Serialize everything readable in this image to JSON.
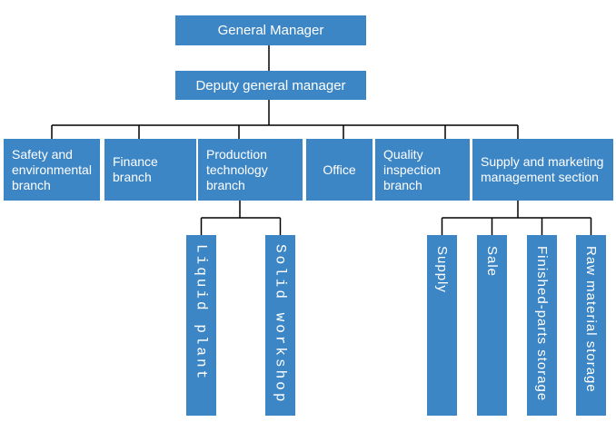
{
  "diagram": {
    "type": "org-chart"
  },
  "colors": {
    "node_fill": "#3D86C6",
    "node_text": "#FFFFFF",
    "connector": "#000000",
    "background": "#FFFFFF"
  },
  "nodes": {
    "general_manager": {
      "label": "General Manager"
    },
    "deputy_general_manager": {
      "label": "Deputy general manager"
    },
    "safety_environmental_branch": {
      "label": "Safety and environmental branch"
    },
    "finance_branch": {
      "label": "Finance branch"
    },
    "production_technology_branch": {
      "label": "Production technology branch"
    },
    "office": {
      "label": "Office"
    },
    "quality_inspection_branch": {
      "label": "Quality inspection branch"
    },
    "supply_marketing_section": {
      "label": "Supply and marketing management section"
    },
    "liquid_plant": {
      "label": "Liquid plant"
    },
    "solid_workshop": {
      "label": "Solid workshop"
    },
    "supply": {
      "label": "Supply"
    },
    "sale": {
      "label": "Sale"
    },
    "finished_parts_storage": {
      "label": "Finished-parts storage"
    },
    "raw_material_storage": {
      "label": "Raw material storage"
    }
  },
  "hierarchy": {
    "General Manager": [
      "Deputy general manager"
    ],
    "Deputy general manager": [
      "Safety and environmental branch",
      "Finance branch",
      "Production technology branch",
      "Office",
      "Quality inspection branch",
      "Supply and marketing management section"
    ],
    "Production technology branch": [
      "Liquid plant",
      "Solid workshop"
    ],
    "Supply and marketing management section": [
      "Supply",
      "Sale",
      "Finished-parts storage",
      "Raw material storage"
    ]
  }
}
